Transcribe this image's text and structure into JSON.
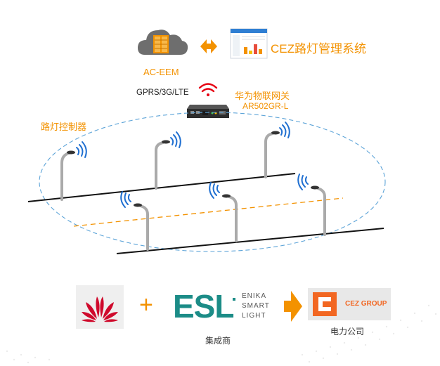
{
  "cloud": {
    "label": "AC-EEM"
  },
  "system": {
    "title": "CEZ路灯管理系统"
  },
  "gateway": {
    "network_label": "GPRS/3G/LTE",
    "name_line1": "华为物联网关",
    "name_line2": "AR502GR-L"
  },
  "controllers": {
    "label": "路灯控制器"
  },
  "partners": {
    "plus": "+",
    "esl_letters": "ESL",
    "esl_line1": "ENIKA",
    "esl_line2": "SMART",
    "esl_line3": "LIGHT",
    "integrator_label": "集成商",
    "cez_text": "CEZ GROUP",
    "utility_label": "电力公司"
  },
  "colors": {
    "orange": "#f39200",
    "blue": "#1f6fd1",
    "wifi_red": "#e60012",
    "huawei_red": "#cf0a2c",
    "esl_teal": "#1c8c87",
    "cez_orange": "#f26722"
  }
}
